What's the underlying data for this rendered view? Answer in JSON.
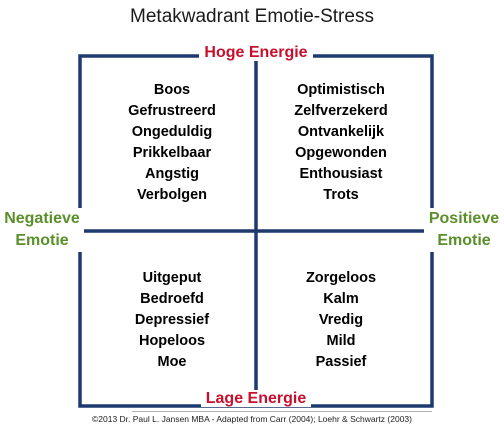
{
  "title": "Metakwadrant Emotie-Stress",
  "axes": {
    "top": "Hoge Energie",
    "bottom": "Lage Energie",
    "left_line1": "Negatieve",
    "left_line2": "Emotie",
    "right_line1": "Positieve",
    "right_line2": "Emotie"
  },
  "quadrants": {
    "top_left": [
      "Boos",
      "Gefrustreerd",
      "Ongeduldig",
      "Prikkelbaar",
      "Angstig",
      "Verbolgen"
    ],
    "top_right": [
      "Optimistisch",
      "Zelfverzekerd",
      "Ontvankelijk",
      "Opgewonden",
      "Enthousiast",
      "Trots"
    ],
    "bottom_left": [
      "Uitgeput",
      "Bedroefd",
      "Depressief",
      "Hopeloos",
      "Moe"
    ],
    "bottom_right": [
      "Zorgeloos",
      "Kalm",
      "Vredig",
      "Mild",
      "Passief"
    ]
  },
  "footer": "©2013 Dr. Paul L. Jansen MBA - Adapted from Carr (2004); Loehr & Schwartz (2003)",
  "colors": {
    "frame": "#1f3a6e",
    "energy_label": "#c8102e",
    "emotion_label": "#5a8f29"
  }
}
